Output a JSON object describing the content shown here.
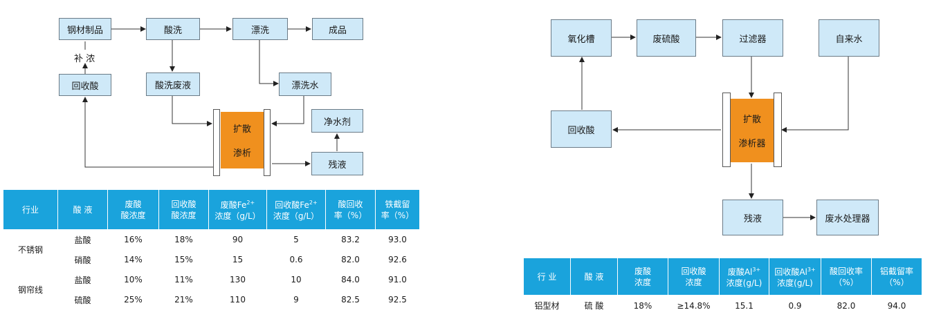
{
  "left_diagram": {
    "steel_products": "钢材制品",
    "pickling": "酸洗",
    "rinse": "漂洗",
    "finished": "成品",
    "replenish": "补 浓",
    "recovered_acid": "回收酸",
    "pickling_waste": "酸洗废液",
    "rinse_water": "漂洗水",
    "diffusion_line1": "扩散",
    "diffusion_line2": "渗析",
    "purifier": "净水剂",
    "residue": "残液"
  },
  "right_diagram": {
    "oxidation_tank": "氧化槽",
    "waste_sulfuric": "废硫酸",
    "filter": "过滤器",
    "tap_water": "自来水",
    "recovered_acid": "回收酸",
    "dialyzer_line1": "扩散",
    "dialyzer_line2": "渗析器",
    "residue": "残液",
    "wastewater_treat": "废水处理器"
  },
  "left_table": {
    "headers": {
      "industry": "行业",
      "acid": "酸 液",
      "waste_conc_1": "废酸",
      "waste_conc_2": "酸浓度",
      "rec_conc_1": "回收酸",
      "rec_conc_2": "酸浓度",
      "waste_fe_1": "废酸Fe",
      "waste_fe_sup": "2+",
      "waste_fe_2": "浓度（g/L）",
      "rec_fe_1": "回收酸Fe",
      "rec_fe_sup": "2+",
      "rec_fe_2": "浓度（g/L）",
      "acid_rate_1": "酸回收",
      "acid_rate_2": "率（%）",
      "fe_ret_1": "铁截留",
      "fe_ret_2": "率（%）"
    },
    "groups": [
      {
        "industry": "不锈钢",
        "rows": [
          [
            "盐酸",
            "16%",
            "18%",
            "90",
            "5",
            "83.2",
            "93.0"
          ],
          [
            "硝酸",
            "14%",
            "15%",
            "15",
            "0.6",
            "82.0",
            "92.6"
          ]
        ]
      },
      {
        "industry": "钢帘线",
        "rows": [
          [
            "盐酸",
            "10%",
            "11%",
            "130",
            "10",
            "84.0",
            "91.0"
          ],
          [
            "硫酸",
            "25%",
            "21%",
            "110",
            "9",
            "82.5",
            "92.5"
          ]
        ]
      }
    ]
  },
  "right_table": {
    "headers": {
      "industry": "行 业",
      "acid": "酸 液",
      "waste_conc_1": "废酸",
      "waste_conc_2": "浓度",
      "rec_conc_1": "回收酸",
      "rec_conc_2": "浓度",
      "waste_al_1": "废酸Al",
      "waste_al_sup": "3+",
      "waste_al_2": "浓度(g/L)",
      "rec_al_1": "回收酸Al",
      "rec_al_sup": "3+",
      "rec_al_2": "浓度(g/L)",
      "acid_rate_1": "酸回收率",
      "acid_rate_2": "（%）",
      "al_ret_1": "铝截留率",
      "al_ret_2": "（%）"
    },
    "row": [
      "铝型材",
      "硫 酸",
      "18%",
      "≥14.8%",
      "15.1",
      "0.9",
      "82.0",
      "94.0"
    ]
  }
}
